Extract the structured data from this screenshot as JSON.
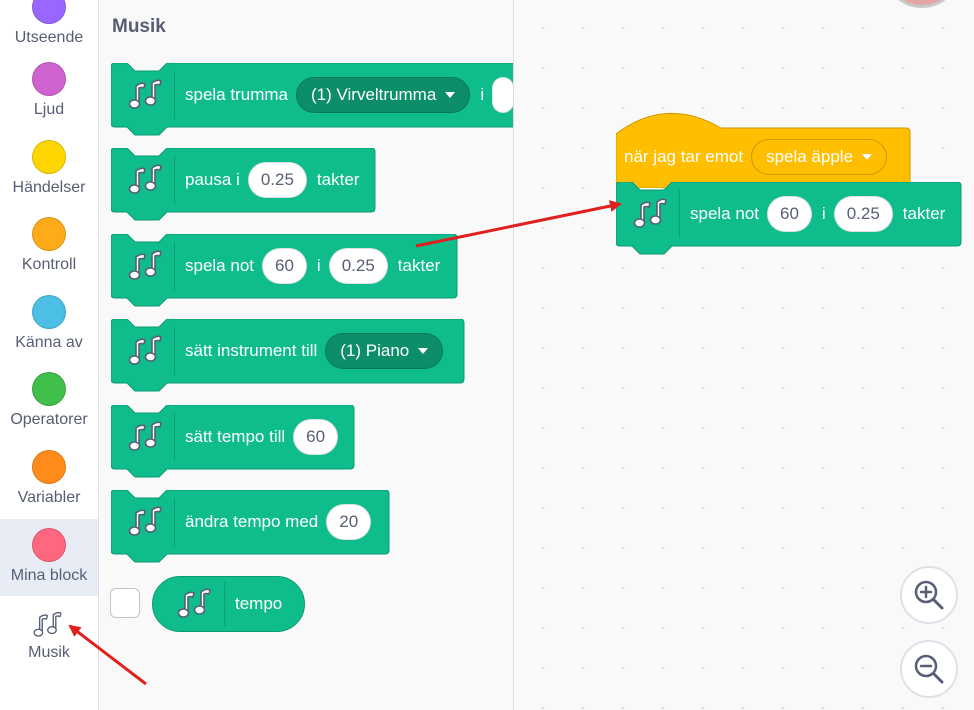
{
  "categories": [
    {
      "label": "Utseende",
      "color": "#9966ff"
    },
    {
      "label": "Ljud",
      "color": "#cf63cf"
    },
    {
      "label": "Händelser",
      "color": "#ffd500"
    },
    {
      "label": "Kontroll",
      "color": "#ffab19"
    },
    {
      "label": "Känna av",
      "color": "#4cbfe6"
    },
    {
      "label": "Operatorer",
      "color": "#40bf4a"
    },
    {
      "label": "Variabler",
      "color": "#ff8c1a"
    },
    {
      "label": "Mina block",
      "color": "#ff6680"
    },
    {
      "label": "Musik",
      "icon": "music-notes-icon"
    }
  ],
  "flyout": {
    "title": "Musik",
    "blocks": {
      "play_drum": {
        "text1": "spela trumma",
        "dropdown": "(1) Virveltrumma",
        "text2": "i"
      },
      "rest": {
        "text1": "pausa i",
        "value": "0.25",
        "text2": "takter"
      },
      "play_note": {
        "text1": "spela not",
        "note": "60",
        "text2": "i",
        "beats": "0.25",
        "text3": "takter"
      },
      "set_instrument": {
        "text1": "sätt instrument till",
        "dropdown": "(1) Piano"
      },
      "set_tempo": {
        "text1": "sätt tempo till",
        "value": "60"
      },
      "change_tempo": {
        "text1": "ändra tempo med",
        "value": "20"
      },
      "tempo_reporter": {
        "text1": "tempo"
      }
    }
  },
  "workspace": {
    "hat": {
      "text1": "när jag tar emot",
      "dropdown": "spela äpple"
    },
    "play_note": {
      "text1": "spela not",
      "note": "60",
      "text2": "i",
      "beats": "0.25",
      "text3": "takter"
    }
  },
  "colors": {
    "music_block": "#0fbd8c",
    "music_border": "#0b9a71",
    "event_block": "#ffbf00",
    "annotation_arrow": "#e0201f"
  },
  "zoom": {
    "zoom_in_icon": "zoom-in-icon",
    "zoom_out_icon": "zoom-out-icon"
  }
}
